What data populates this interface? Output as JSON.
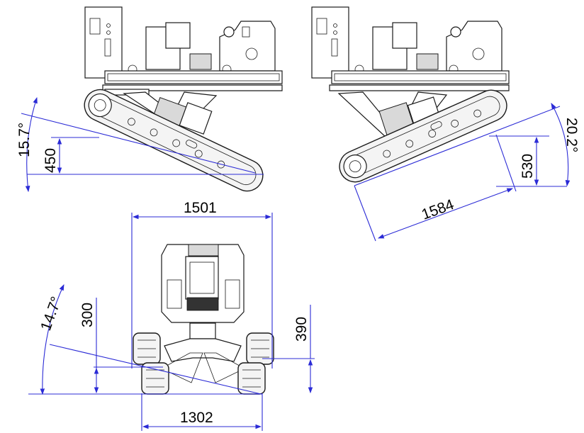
{
  "views": {
    "side_left": {
      "angle_label": "15.7°",
      "height_label": "450"
    },
    "side_right": {
      "angle_label": "20.2°",
      "height_label": "530",
      "length_label": "1584"
    },
    "front": {
      "width_top_label": "1501",
      "width_bottom_label": "1302",
      "angle_label": "14.7°",
      "left_height_label": "300",
      "right_height_label": "390"
    }
  },
  "colors": {
    "dimension_lines": "#2b2bd6",
    "machine_outline": "#1a1a1a"
  }
}
